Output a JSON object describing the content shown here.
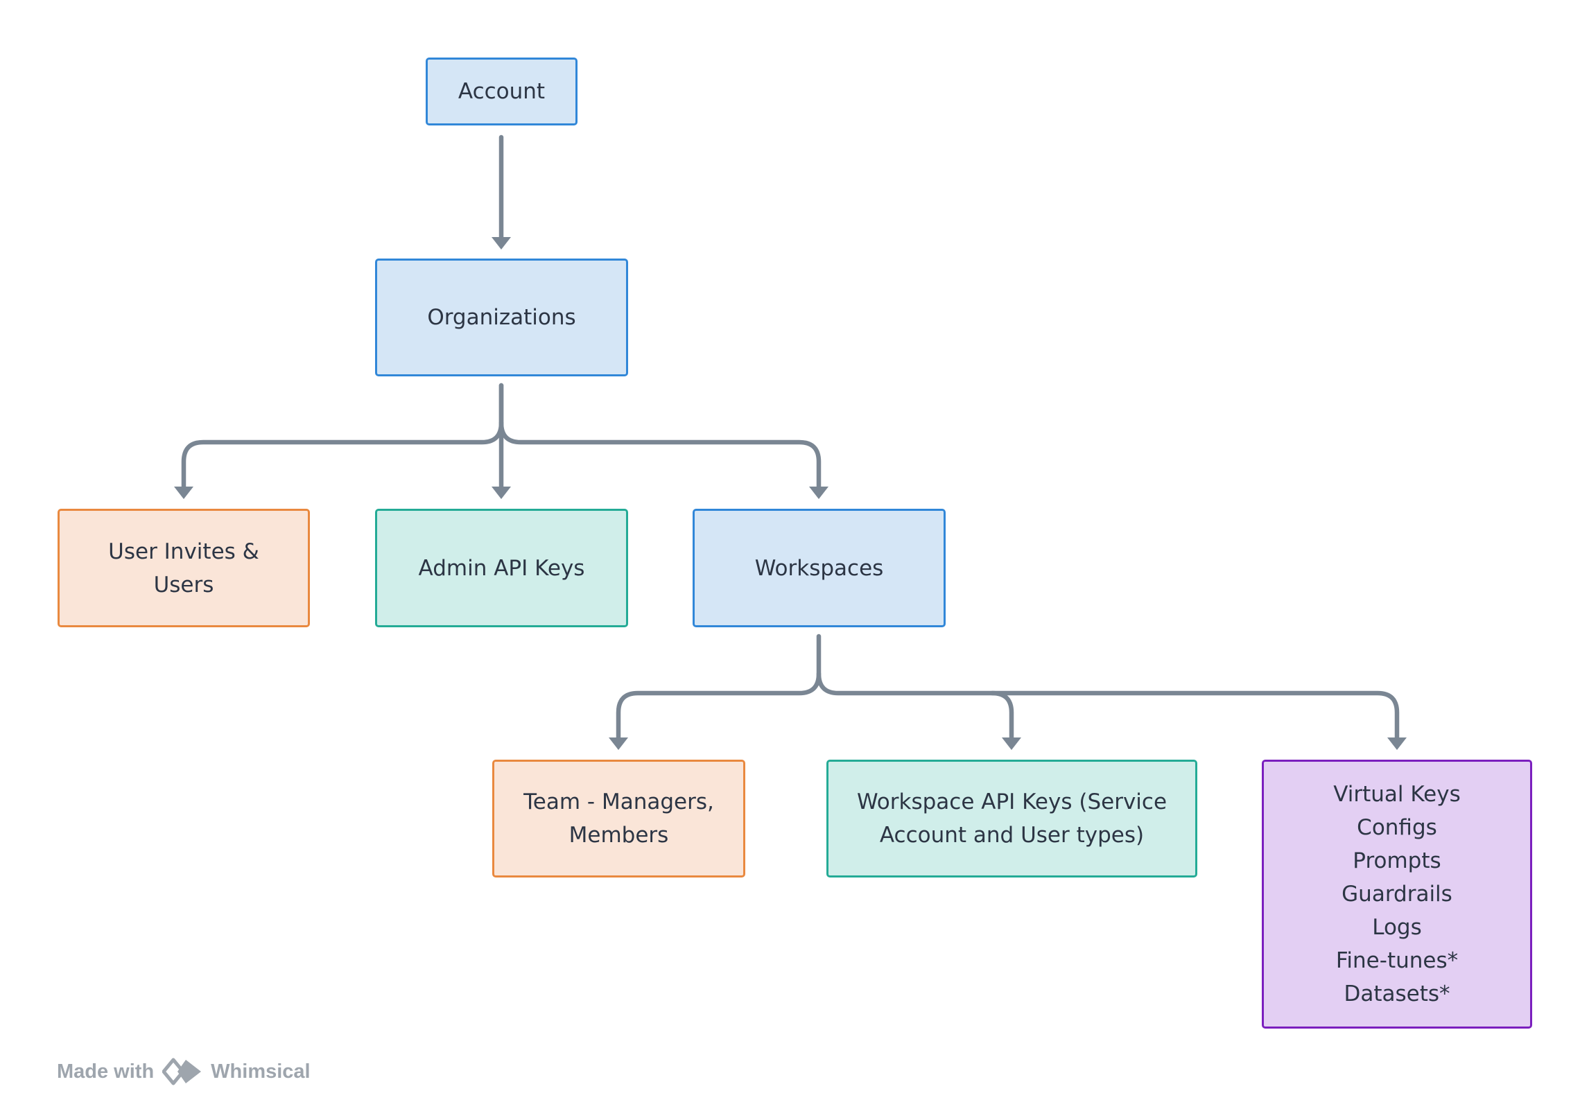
{
  "diagram": {
    "nodes": {
      "account": {
        "label": "Account"
      },
      "organizations": {
        "label": "Organizations"
      },
      "user_invites": {
        "label": "User Invites &\nUsers"
      },
      "admin_api_keys": {
        "label": "Admin API Keys"
      },
      "workspaces": {
        "label": "Workspaces"
      },
      "team": {
        "label": "Team - Managers,\nMembers"
      },
      "workspace_api_keys": {
        "label": "Workspace API Keys (Service\nAccount and User types)"
      },
      "workspace_resources": {
        "label": "Virtual Keys\nConfigs\nPrompts\nGuardrails\nLogs\nFine-tunes*\nDatasets*"
      }
    },
    "edges": [
      {
        "from": "Account",
        "to": "Organizations"
      },
      {
        "from": "Organizations",
        "to": "User Invites & Users"
      },
      {
        "from": "Organizations",
        "to": "Admin API Keys"
      },
      {
        "from": "Organizations",
        "to": "Workspaces"
      },
      {
        "from": "Workspaces",
        "to": "Team - Managers, Members"
      },
      {
        "from": "Workspaces",
        "to": "Workspace API Keys (Service Account and User types)"
      },
      {
        "from": "Workspaces",
        "to": "Virtual Keys / Configs / Prompts / Guardrails / Logs / Fine-tunes* / Datasets*"
      }
    ],
    "colors": {
      "blue_fill": "#d5e6f6",
      "blue_border": "#3187d8",
      "orange_fill": "#fae5d8",
      "orange_border": "#e9893f",
      "teal_fill": "#d0eeea",
      "teal_border": "#24ab96",
      "purple_fill": "#e3cff3",
      "purple_border": "#7b1fbe",
      "connector": "#7a8693",
      "text": "#2c3544"
    }
  },
  "watermark": {
    "prefix": "Made with",
    "brand": "Whimsical",
    "icon": "whimsical-logo-icon"
  }
}
